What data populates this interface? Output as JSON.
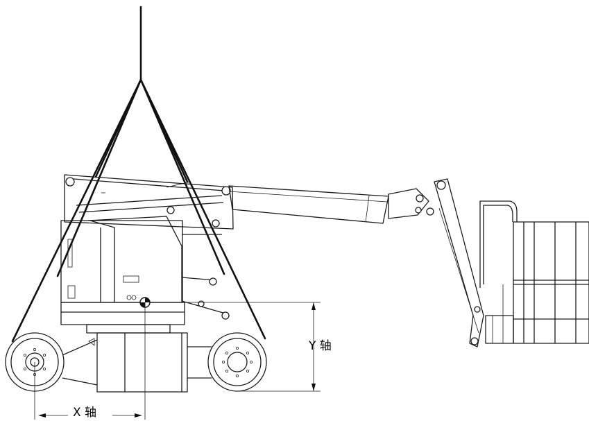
{
  "labels": {
    "y_axis": "Y 轴",
    "x_axis": "X 轴"
  },
  "colors": {
    "line": "#1a1a1a",
    "background": "#ffffff"
  },
  "icons": {
    "center_of_gravity": "cg-symbol"
  }
}
